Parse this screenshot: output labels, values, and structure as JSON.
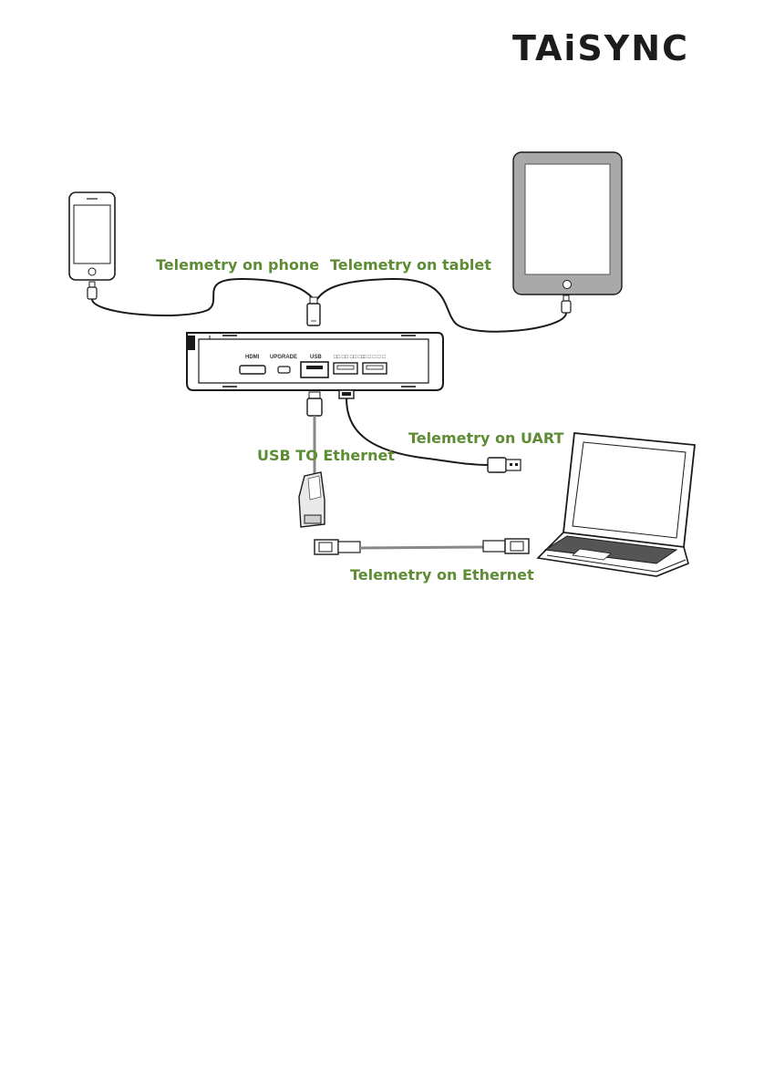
{
  "brand": {
    "logo_text": "TAiSYNC"
  },
  "diagram": {
    "labels": {
      "phone": "Telemetry on phone",
      "tablet": "Telemetry on tablet",
      "uart": "Telemetry on UART",
      "usb_ethernet": "USB TO Ethernet",
      "ethernet": "Telemetry on Ethernet"
    },
    "ports": {
      "hdmi": "HDMI",
      "upgrade": "UPGRADE",
      "usb": "USB"
    },
    "colors": {
      "label_green": "#5e8c35",
      "device_gray": "#a9a9a9",
      "outline": "#1a1a1a"
    }
  }
}
